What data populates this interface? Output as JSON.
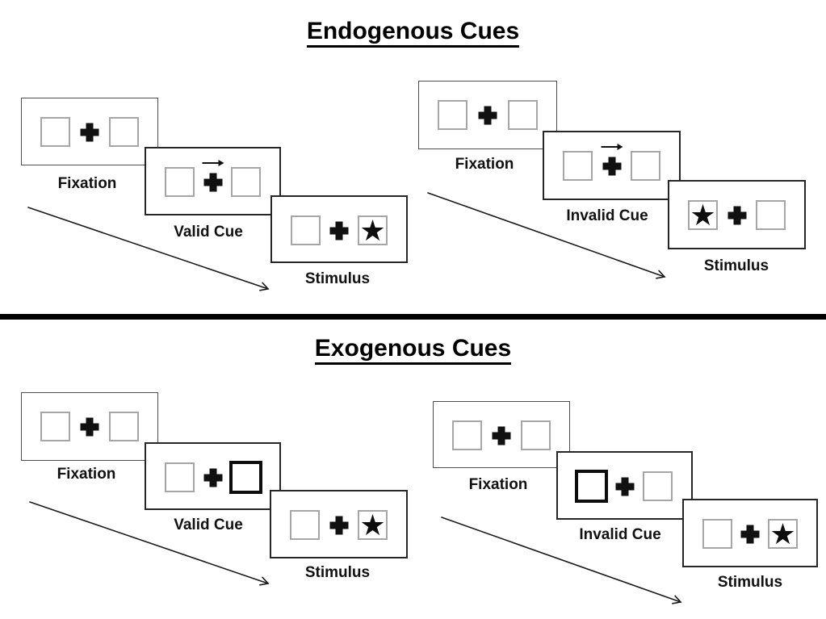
{
  "titles": {
    "endogenous": "Endogenous Cues",
    "exogenous": "Exogenous Cues"
  },
  "glyphs": {
    "star": "★"
  },
  "colors": {
    "ink": "#000000",
    "card_border": "#262626",
    "box_border": "#a6a6a6",
    "background": "#ffffff"
  },
  "panels": [
    {
      "name": "endogenous-valid-trial",
      "section": "Endogenous Cues",
      "steps": [
        {
          "label": "Fixation",
          "left_box": "empty",
          "center": "fixation-cross",
          "right_box": "empty"
        },
        {
          "label": "Valid Cue",
          "left_box": "empty",
          "center": "fixation-cross",
          "cue": "arrow-pointing-right",
          "right_box": "empty"
        },
        {
          "label": "Stimulus",
          "left_box": "empty",
          "center": "fixation-cross",
          "right_box": "star"
        }
      ]
    },
    {
      "name": "endogenous-invalid-trial",
      "section": "Endogenous Cues",
      "steps": [
        {
          "label": "Fixation",
          "left_box": "empty",
          "center": "fixation-cross",
          "right_box": "empty"
        },
        {
          "label": "Invalid Cue",
          "left_box": "empty",
          "center": "fixation-cross",
          "cue": "arrow-pointing-right",
          "right_box": "empty"
        },
        {
          "label": "Stimulus",
          "left_box": "star",
          "center": "fixation-cross",
          "right_box": "empty"
        }
      ]
    },
    {
      "name": "exogenous-valid-trial",
      "section": "Exogenous Cues",
      "steps": [
        {
          "label": "Fixation",
          "left_box": "empty",
          "center": "fixation-cross",
          "right_box": "empty"
        },
        {
          "label": "Valid Cue",
          "left_box": "empty",
          "center": "fixation-cross",
          "right_box": "highlighted-thick-box"
        },
        {
          "label": "Stimulus",
          "left_box": "empty",
          "center": "fixation-cross",
          "right_box": "star"
        }
      ]
    },
    {
      "name": "exogenous-invalid-trial",
      "section": "Exogenous Cues",
      "steps": [
        {
          "label": "Fixation",
          "left_box": "empty",
          "center": "fixation-cross",
          "right_box": "empty"
        },
        {
          "label": "Invalid Cue",
          "left_box": "highlighted-thick-box",
          "center": "fixation-cross",
          "right_box": "empty"
        },
        {
          "label": "Stimulus",
          "left_box": "empty",
          "center": "fixation-cross",
          "right_box": "star"
        }
      ]
    }
  ]
}
